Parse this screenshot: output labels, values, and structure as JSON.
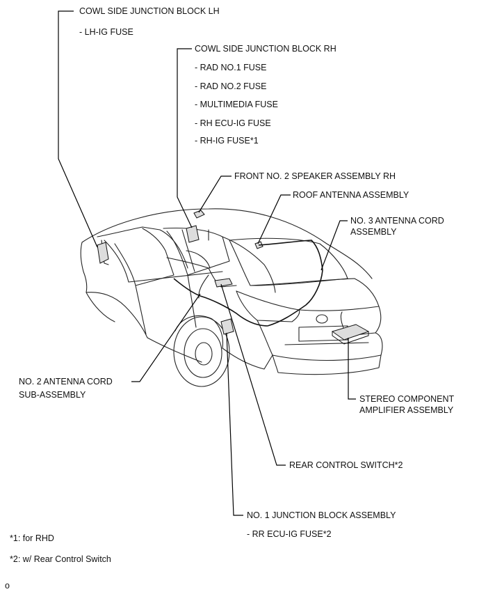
{
  "labels": {
    "cowl_lh": "COWL SIDE JUNCTION BLOCK LH",
    "cowl_lh_items": [
      "- LH-IG FUSE"
    ],
    "cowl_rh": "COWL SIDE JUNCTION BLOCK RH",
    "cowl_rh_items": [
      "- RAD NO.1 FUSE",
      "- RAD NO.2 FUSE",
      "- MULTIMEDIA FUSE",
      "- RH ECU-IG FUSE",
      "- RH-IG FUSE*1"
    ],
    "front_speaker": "FRONT NO. 2 SPEAKER ASSEMBLY RH",
    "roof_antenna": "ROOF ANTENNA ASSEMBLY",
    "antenna_cord_3": [
      "NO. 3 ANTENNA CORD",
      "ASSEMBLY"
    ],
    "antenna_cord_2": [
      "NO. 2 ANTENNA CORD",
      "SUB-ASSEMBLY"
    ],
    "stereo_amp": [
      "STEREO COMPONENT",
      "AMPLIFIER ASSEMBLY"
    ],
    "rear_control": "REAR CONTROL SWITCH*2",
    "jb1": "NO. 1 JUNCTION BLOCK ASSEMBLY",
    "jb1_items": [
      "- RR ECU-IG FUSE*2"
    ]
  },
  "notes": [
    "*1: for RHD",
    "*2: w/ Rear Control Switch"
  ],
  "corner_mark": "o"
}
